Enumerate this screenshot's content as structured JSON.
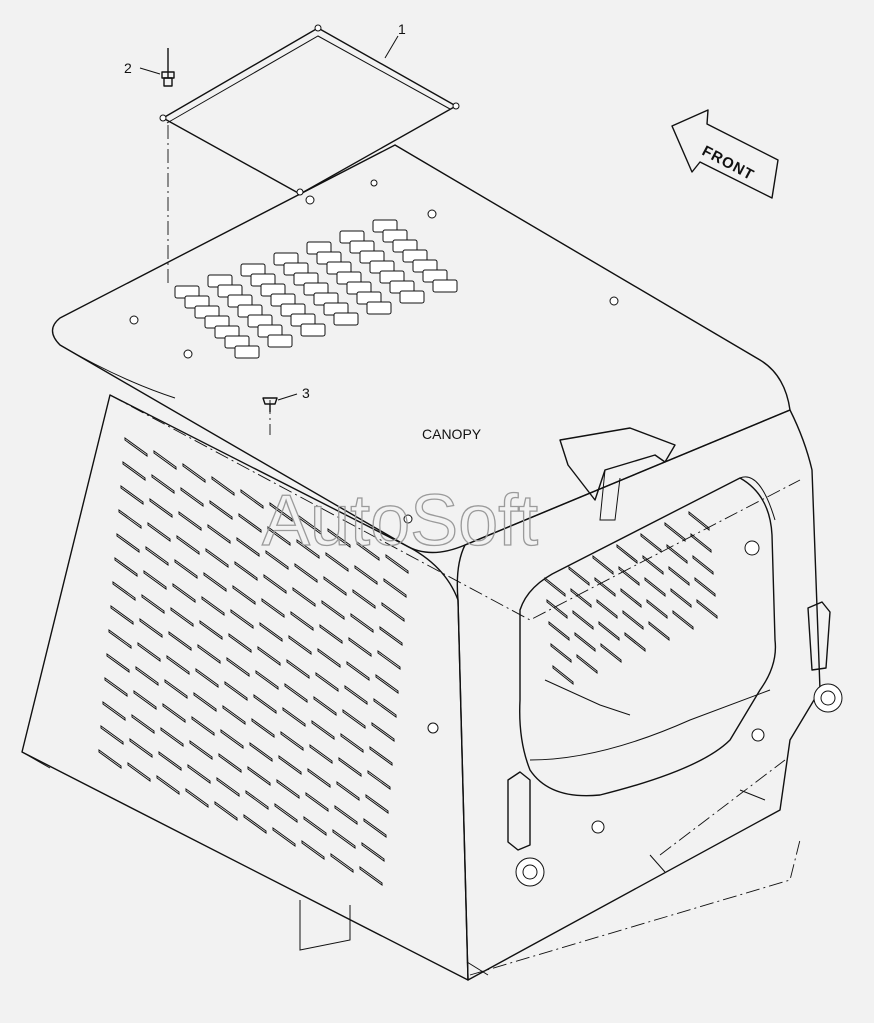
{
  "labels": {
    "canopy": "CANOPY",
    "front": "FRONT"
  },
  "parts": [
    {
      "number": "1",
      "item": "cover plate"
    },
    {
      "number": "2",
      "item": "screw"
    },
    {
      "number": "3",
      "item": "plug"
    }
  ],
  "watermark": "AutoSoft",
  "colors": {
    "background": "#f2f2f2",
    "line": "#111111",
    "watermark": "#9a9a9a"
  }
}
